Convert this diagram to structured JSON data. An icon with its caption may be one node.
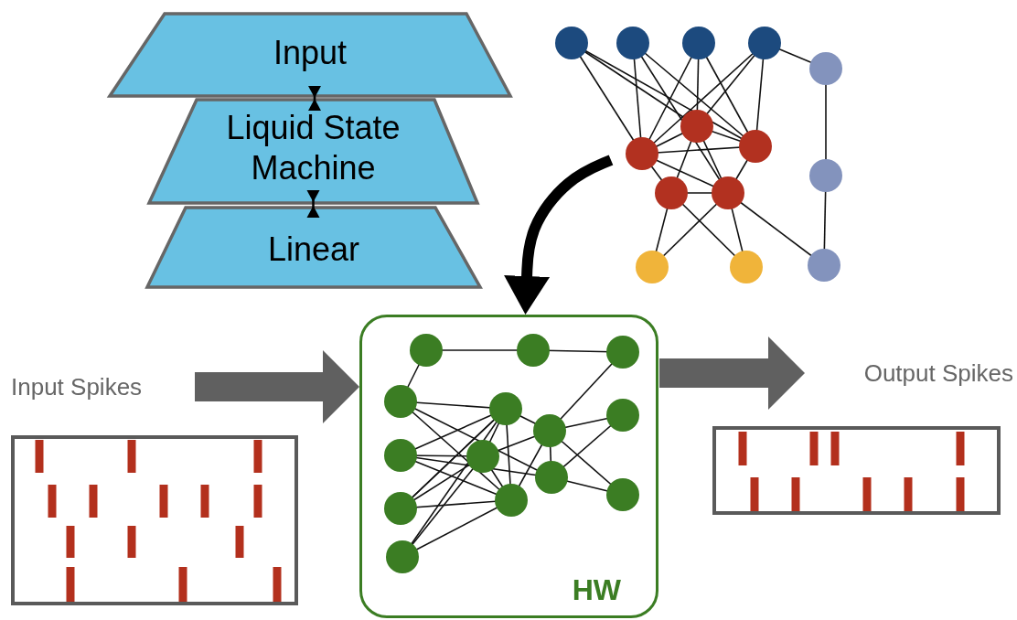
{
  "diagram": {
    "nodes": [
      {
        "text": [
          "Input"
        ]
      },
      {
        "text": [
          "Liquid State Machine"
        ]
      },
      {
        "text": [
          "Linear"
        ]
      },
      {
        "text": [],
        "shape": "picture"
      },
      {
        "text": [
          "Input Spikes"
        ]
      },
      {
        "text": [],
        "shape": "box"
      },
      {
        "text": [
          "HW"
        ]
      },
      {
        "text": [],
        "shape": "picture",
        "in": 6
      },
      {
        "text": [
          "Output Spikes"
        ]
      },
      {
        "text": [],
        "shape": "box"
      }
    ],
    "edges": [
      {
        "from": 0,
        "to": 1,
        "arrow": "other"
      },
      {
        "from": 1,
        "to": 2,
        "arrow": "other"
      },
      {
        "from": 3,
        "to": 6,
        "arrow": "to"
      },
      {
        "from": 4,
        "to": 6,
        "arrow": "to",
        "style": "thick",
        "color": "#606060"
      },
      {
        "from": 6,
        "to": 8,
        "arrow": "to",
        "style": "thick",
        "color": "#606060"
      }
    ]
  }
}
